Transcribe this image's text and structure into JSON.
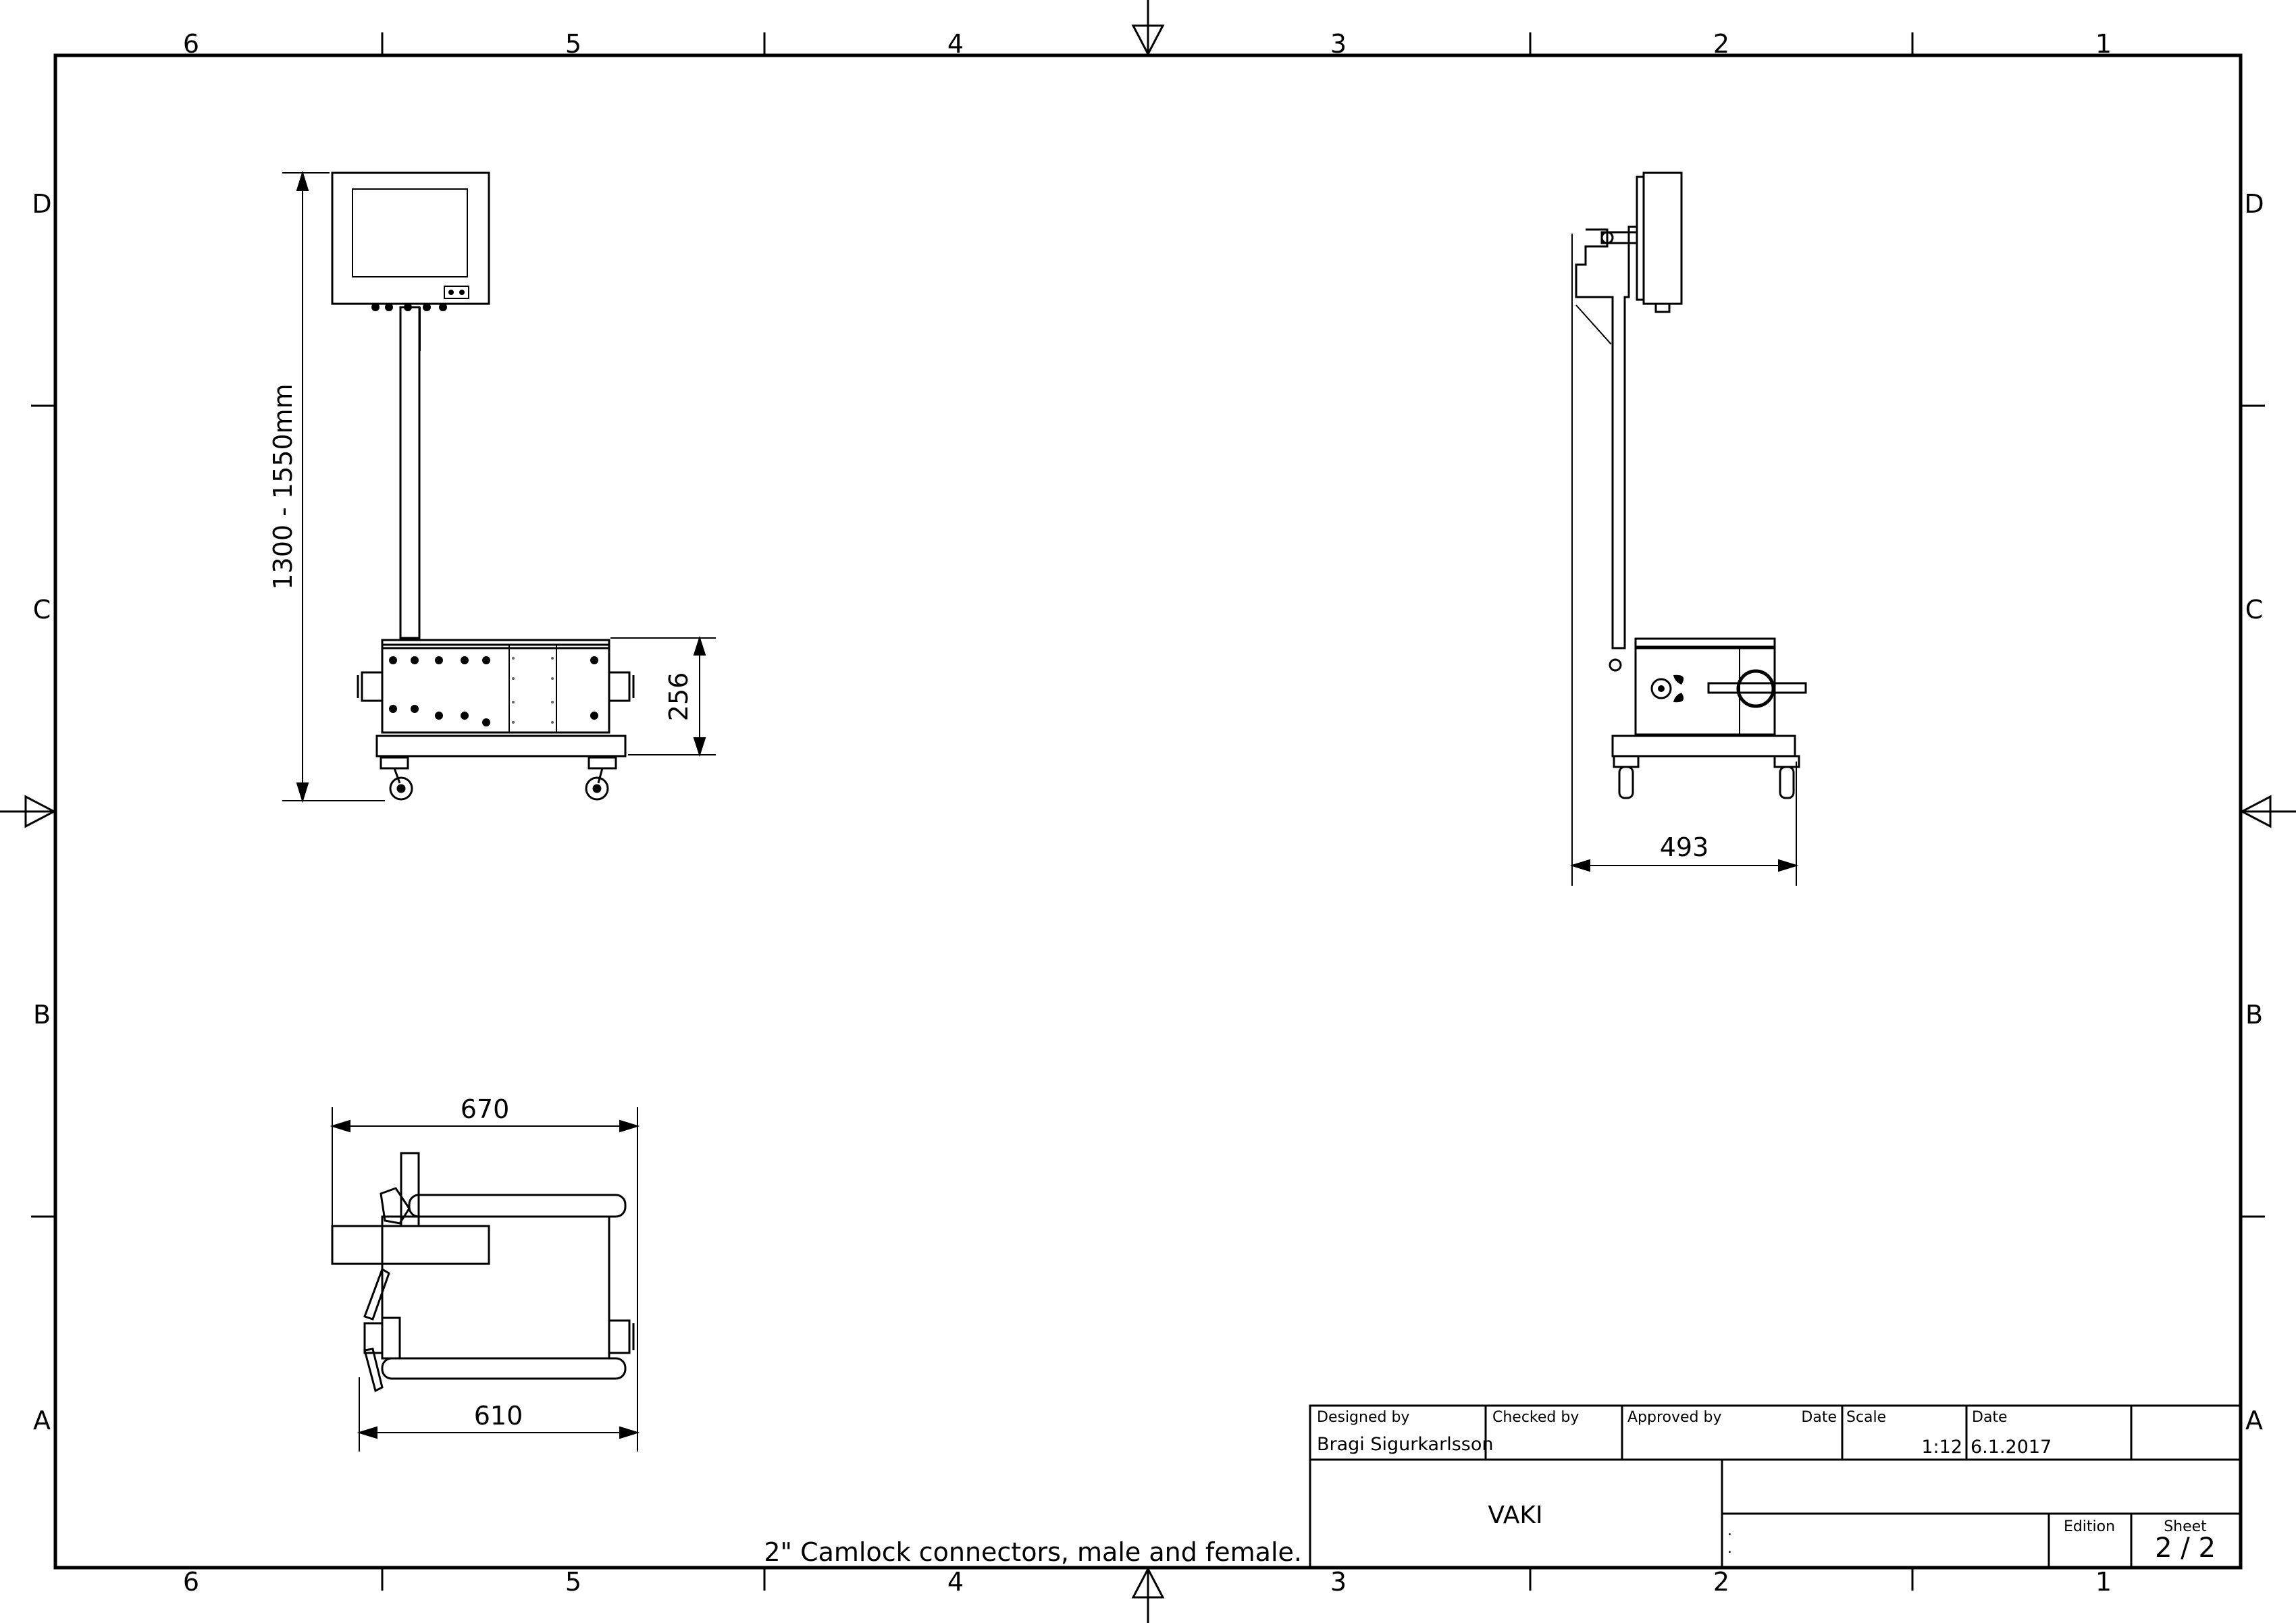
{
  "zones": {
    "columns": [
      "6",
      "5",
      "4",
      "3",
      "2",
      "1"
    ],
    "rows": [
      "D",
      "C",
      "B",
      "A"
    ]
  },
  "dimensions": {
    "height_range": "1300 - 1550mm",
    "box_height": "256",
    "side_depth": "493",
    "top_width_overall": "670",
    "top_width_frame": "610"
  },
  "note": "2\" Camlock connectors, male and female.",
  "title_block": {
    "designed_by_label": "Designed by",
    "designed_by_value": "Bragi Sigurkarlsson",
    "checked_by_label": "Checked by",
    "approved_by_label": "Approved by",
    "date_label_1": "Date",
    "scale_label": "Scale",
    "scale_value": "1:12",
    "date_label_2": "Date",
    "date_value": "6.1.2017",
    "title": "VAKI",
    "dot1": ".",
    "dot2": ".",
    "edition_label": "Edition",
    "sheet_label": "Sheet",
    "sheet_value": "2 / 2"
  }
}
